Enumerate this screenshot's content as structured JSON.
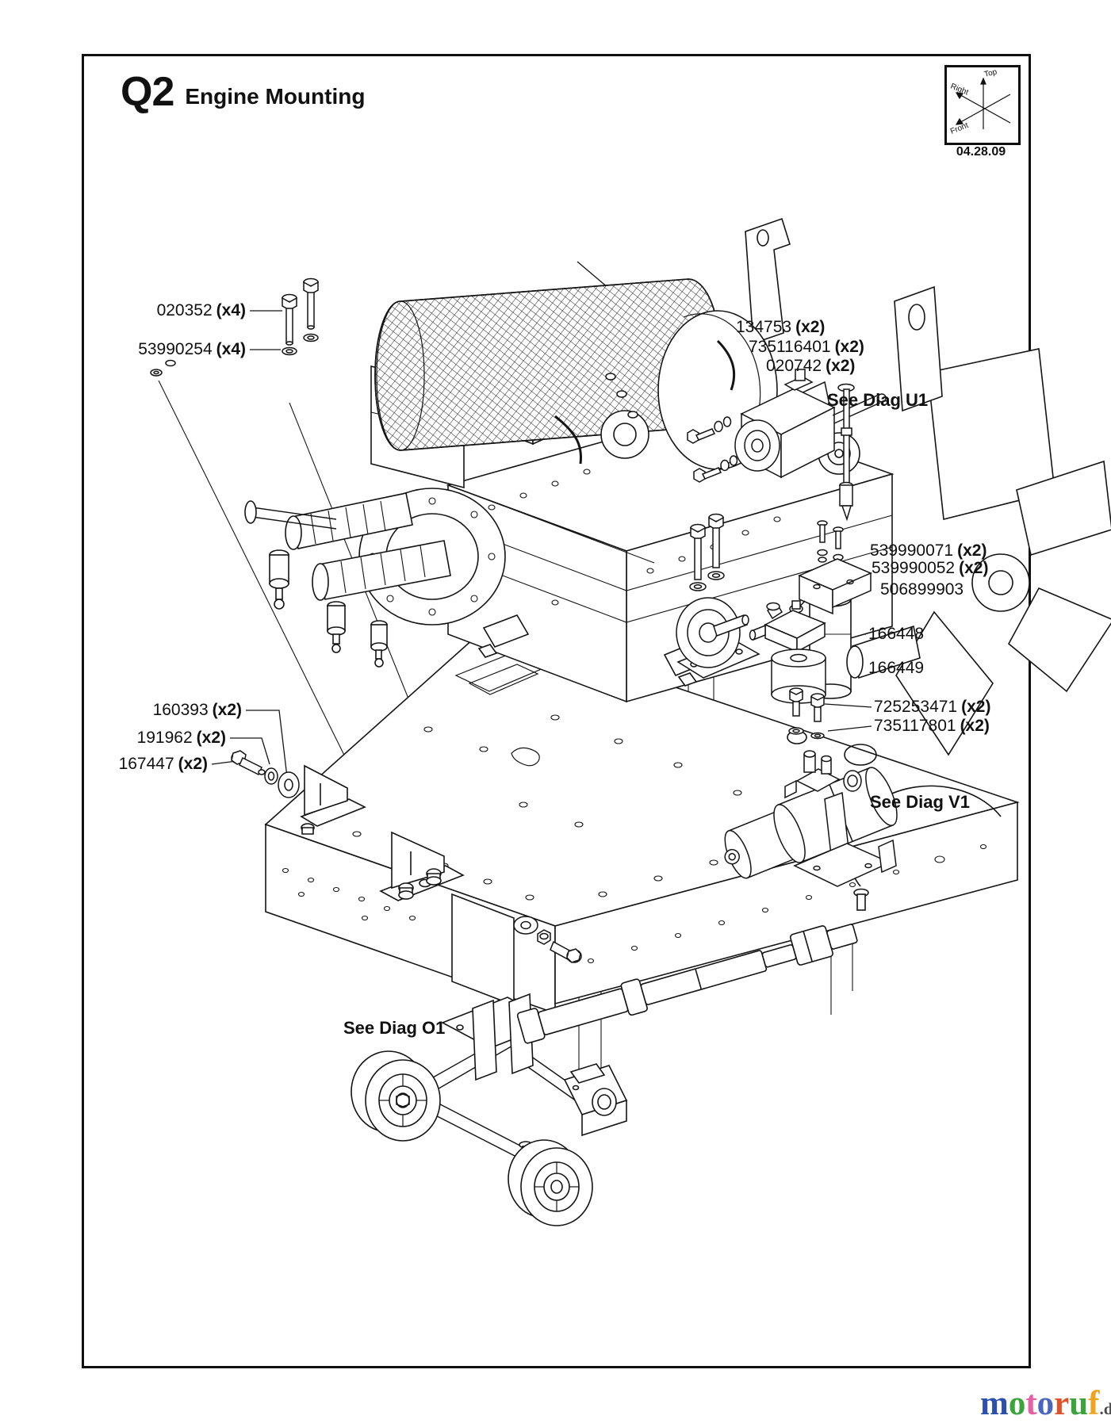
{
  "header": {
    "section": "Q2",
    "title": "Engine Mounting"
  },
  "compass": {
    "axis_top": "Top",
    "axis_right": "Right",
    "axis_front": "Front",
    "date": "04.28.09"
  },
  "labels": [
    {
      "number": "020352",
      "qty": "(x4)"
    },
    {
      "number": "53990254",
      "qty": "(x4)"
    },
    {
      "number": "134753",
      "qty": "(x2)"
    },
    {
      "number": "735116401",
      "qty": "(x2)"
    },
    {
      "number": "020742",
      "qty": "(x2)"
    },
    {
      "number": "539990071",
      "qty": "(x2)"
    },
    {
      "number": "539990052",
      "qty": "(x2)"
    },
    {
      "number": "506899903",
      "qty": ""
    },
    {
      "number": "166448",
      "qty": ""
    },
    {
      "number": "166449",
      "qty": ""
    },
    {
      "number": "725253471",
      "qty": "(x2)"
    },
    {
      "number": "735117801",
      "qty": "(x2)"
    },
    {
      "number": "160393",
      "qty": "(x2)"
    },
    {
      "number": "191962",
      "qty": "(x2)"
    },
    {
      "number": "167447",
      "qty": "(x2)"
    }
  ],
  "refs": [
    {
      "text": "See Diag U1"
    },
    {
      "text": "See Diag V1"
    },
    {
      "text": "See Diag O1"
    }
  ],
  "footer": {
    "logo_letters": [
      {
        "char": "m",
        "style": "color:#2b50b0"
      },
      {
        "char": "o",
        "style": "color:#3aa53a"
      },
      {
        "char": "t",
        "style": "color:#e560a2"
      },
      {
        "char": "o",
        "style": "color:#4a66c0"
      },
      {
        "char": "r",
        "style": "color:#e0512a"
      },
      {
        "char": "u",
        "style": "color:#3aa53a"
      },
      {
        "char": "f",
        "style": "color:#f0a31f"
      }
    ],
    "logo_suffix": ".de",
    "suffix_style": "color:#4a4a4a"
  }
}
